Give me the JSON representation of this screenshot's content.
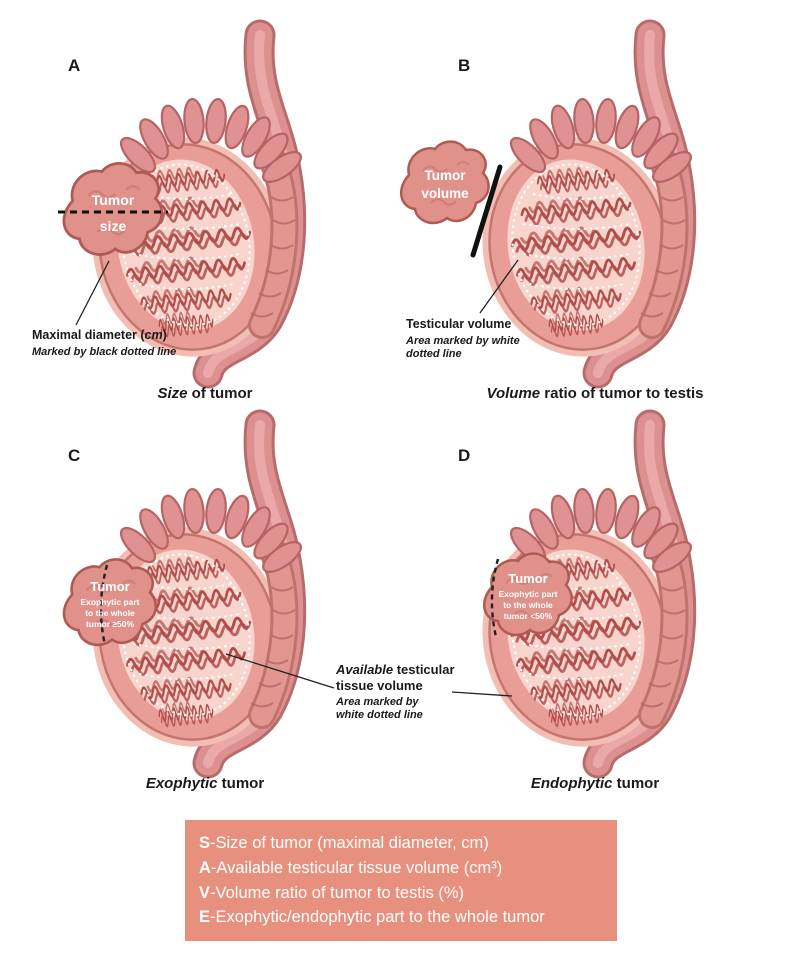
{
  "panels": [
    {
      "letter": "A",
      "tumor_line1": "Tumor",
      "tumor_line2": "size",
      "caption": {
        "b1": "Maximal diameter (",
        "i1": "cm",
        "b2": ")",
        "line2": "Marked by black dotted line"
      },
      "title": {
        "italic": "Size",
        "rest": " of tumor"
      }
    },
    {
      "letter": "B",
      "tumor_line1": "Tumor",
      "tumor_line2": "volume",
      "caption": {
        "line1": "Testicular volume",
        "line2": "Area marked by white dotted line"
      },
      "title": {
        "italic": "Volume",
        "rest": " ratio of tumor to testis"
      }
    },
    {
      "letter": "C",
      "tumor_line1": "Tumor",
      "sub": [
        "Exophytic part",
        "to the whole",
        "tumor ≥50%"
      ],
      "title": {
        "italic": "Exophytic",
        "rest": " tumor"
      }
    },
    {
      "letter": "D",
      "tumor_line1": "Tumor",
      "sub": [
        "Exophytic part",
        "to the whole",
        "tumor <50%"
      ],
      "title": {
        "italic": "Endophytic",
        "rest": " tumor"
      }
    }
  ],
  "center_annotation": {
    "italic": "Available",
    "rest": " testicular tissue volume",
    "sub": "Area marked by white dotted line"
  },
  "legend": {
    "bg": "#e8907e",
    "items": [
      {
        "k": "S",
        "text": "-Size of tumor (maximal diameter, cm)"
      },
      {
        "k": "A",
        "text": "-Available testicular tissue volume (cm³)"
      },
      {
        "k": "V",
        "text": "-Volume ratio of tumor to testis (%)"
      },
      {
        "k": "E",
        "text": "-Exophytic/endophytic part to the whole tumor"
      }
    ]
  },
  "colors": {
    "cord": "#dd9090",
    "testis_body": "#e89d96",
    "tubules": "#b14e4b",
    "tumor": "#df918a",
    "legend_bg": "#e8907e"
  }
}
